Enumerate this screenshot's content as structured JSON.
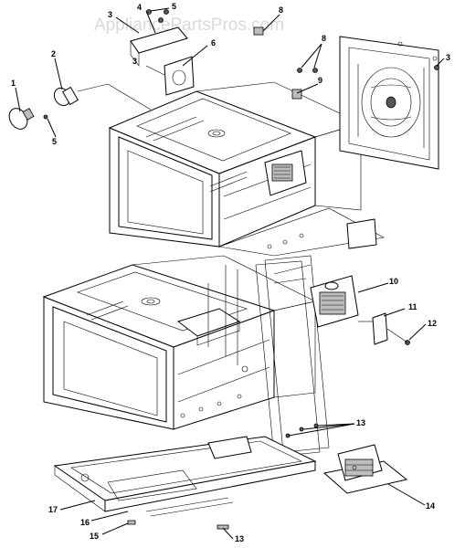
{
  "watermark": "AppliancePartsPros.com",
  "callouts": {
    "c1": "1",
    "c2": "2",
    "c3a": "3",
    "c3b": "3",
    "c3c": "3",
    "c4": "4",
    "c5a": "5",
    "c5b": "5",
    "c6": "6",
    "c8a": "8",
    "c8b": "8",
    "c9": "9",
    "c10": "10",
    "c11": "11",
    "c12": "12",
    "c13a": "13",
    "c13b": "13",
    "c14": "14",
    "c15": "15",
    "c16": "16",
    "c17": "17"
  }
}
